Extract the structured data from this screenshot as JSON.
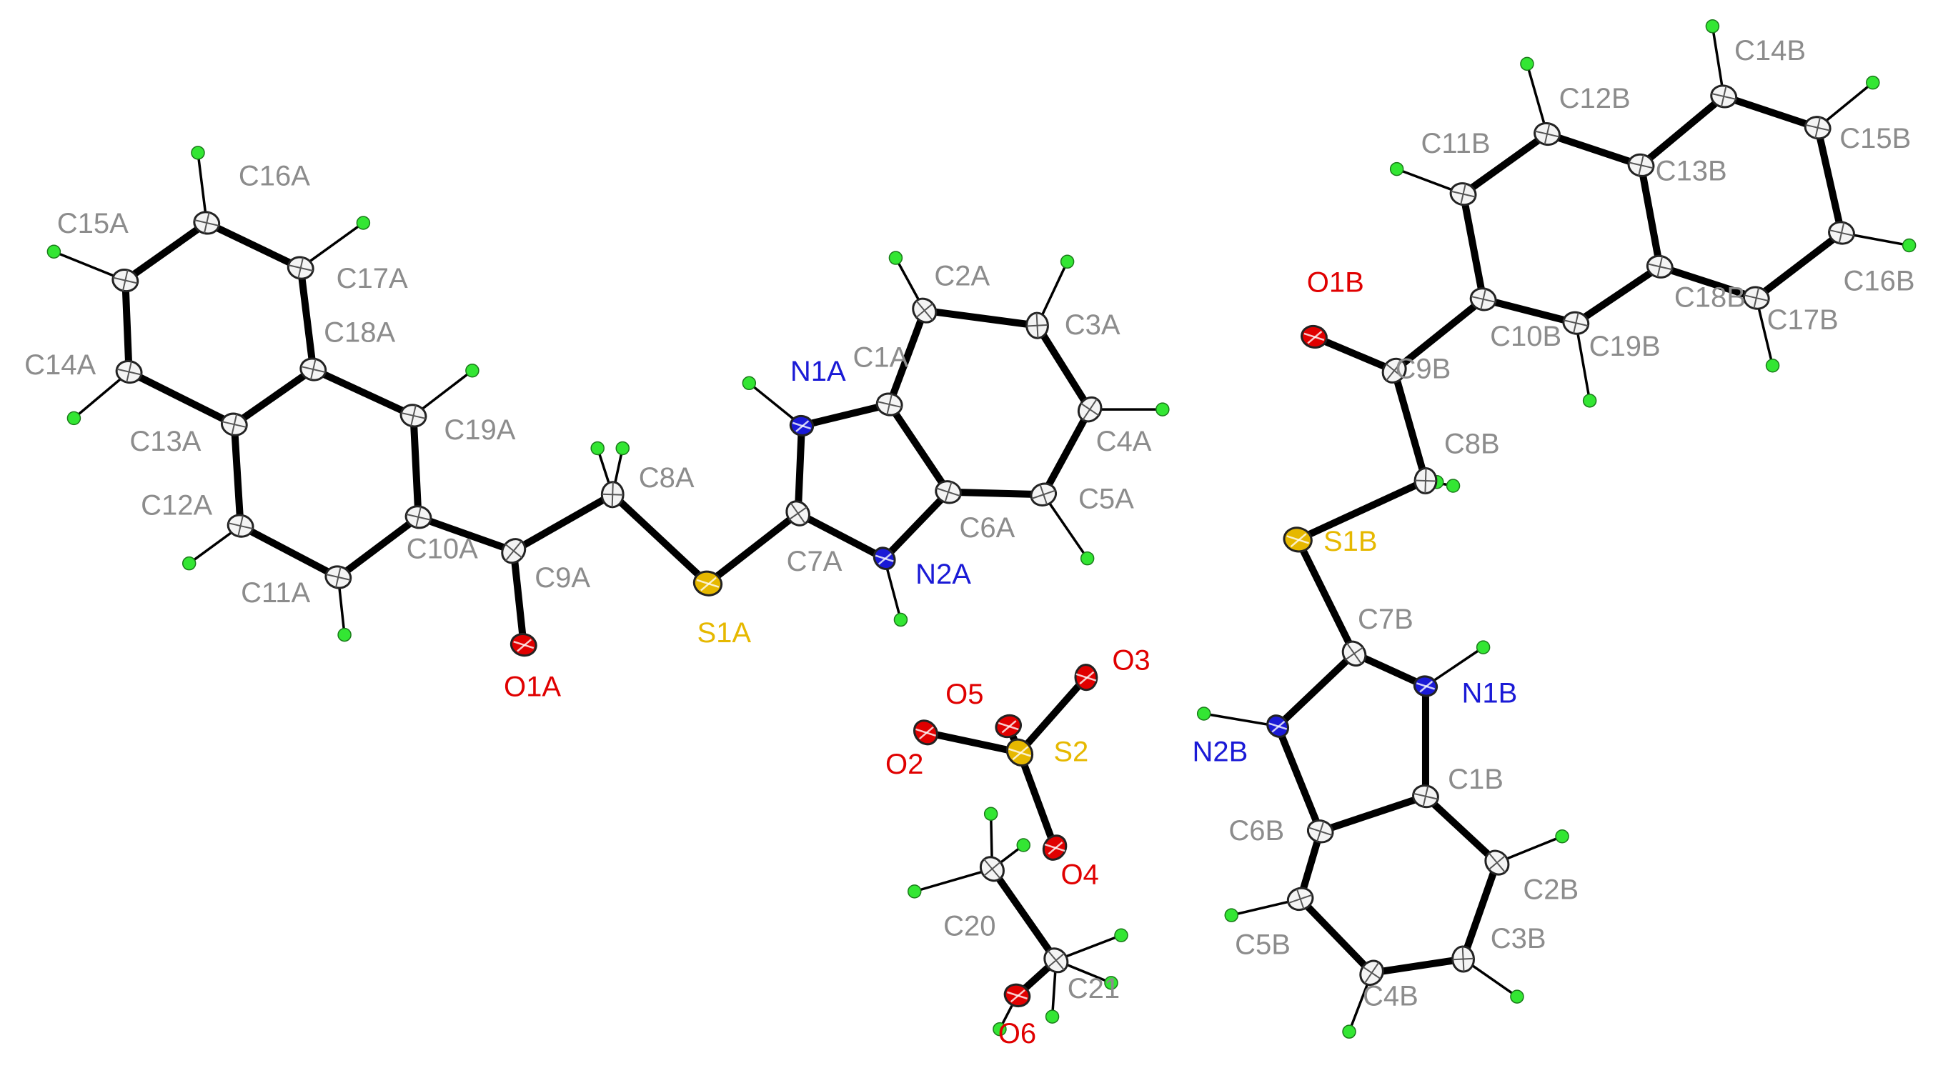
{
  "colors": {
    "C": "#8c8c8c",
    "N": "#1a1ad6",
    "O": "#e00000",
    "S": "#e6b800",
    "H": "#33e633",
    "bond": "#000000",
    "background": "#ffffff"
  },
  "atoms": [
    {
      "id": "C1A",
      "el": "C",
      "label": "C1A"
    },
    {
      "id": "C2A",
      "el": "C",
      "label": "C2A"
    },
    {
      "id": "C3A",
      "el": "C",
      "label": "C3A"
    },
    {
      "id": "C4A",
      "el": "C",
      "label": "C4A"
    },
    {
      "id": "C5A",
      "el": "C",
      "label": "C5A"
    },
    {
      "id": "C6A",
      "el": "C",
      "label": "C6A"
    },
    {
      "id": "N1A",
      "el": "N",
      "label": "N1A"
    },
    {
      "id": "N2A",
      "el": "N",
      "label": "N2A"
    },
    {
      "id": "C7A",
      "el": "C",
      "label": "C7A"
    },
    {
      "id": "S1A",
      "el": "S",
      "label": "S1A"
    },
    {
      "id": "C8A",
      "el": "C",
      "label": "C8A"
    },
    {
      "id": "C9A",
      "el": "C",
      "label": "C9A"
    },
    {
      "id": "O1A",
      "el": "O",
      "label": "O1A"
    },
    {
      "id": "C10A",
      "el": "C",
      "label": "C10A"
    },
    {
      "id": "C11A",
      "el": "C",
      "label": "C11A"
    },
    {
      "id": "C12A",
      "el": "C",
      "label": "C12A"
    },
    {
      "id": "C13A",
      "el": "C",
      "label": "C13A"
    },
    {
      "id": "C14A",
      "el": "C",
      "label": "C14A"
    },
    {
      "id": "C15A",
      "el": "C",
      "label": "C15A"
    },
    {
      "id": "C16A",
      "el": "C",
      "label": "C16A"
    },
    {
      "id": "C17A",
      "el": "C",
      "label": "C17A"
    },
    {
      "id": "C18A",
      "el": "C",
      "label": "C18A"
    },
    {
      "id": "C19A",
      "el": "C",
      "label": "C19A"
    },
    {
      "id": "S2",
      "el": "S",
      "label": "S2"
    },
    {
      "id": "O2",
      "el": "O",
      "label": "O2"
    },
    {
      "id": "O3",
      "el": "O",
      "label": "O3"
    },
    {
      "id": "O4",
      "el": "O",
      "label": "O4"
    },
    {
      "id": "O5",
      "el": "O",
      "label": "O5"
    },
    {
      "id": "C20",
      "el": "C",
      "label": "C20"
    },
    {
      "id": "C21",
      "el": "C",
      "label": "C21"
    },
    {
      "id": "O6",
      "el": "O",
      "label": "O6"
    },
    {
      "id": "O1B",
      "el": "O",
      "label": "O1B"
    },
    {
      "id": "C9B",
      "el": "C",
      "label": "C9B"
    },
    {
      "id": "C8B",
      "el": "C",
      "label": "C8B"
    },
    {
      "id": "S1B",
      "el": "S",
      "label": "S1B"
    },
    {
      "id": "C7B",
      "el": "C",
      "label": "C7B"
    },
    {
      "id": "N1B",
      "el": "N",
      "label": "N1B"
    },
    {
      "id": "N2B",
      "el": "N",
      "label": "N2B"
    },
    {
      "id": "C1B",
      "el": "C",
      "label": "C1B"
    },
    {
      "id": "C2B",
      "el": "C",
      "label": "C2B"
    },
    {
      "id": "C3B",
      "el": "C",
      "label": "C3B"
    },
    {
      "id": "C4B",
      "el": "C",
      "label": "C4B"
    },
    {
      "id": "C5B",
      "el": "C",
      "label": "C5B"
    },
    {
      "id": "C6B",
      "el": "C",
      "label": "C6B"
    },
    {
      "id": "C10B",
      "el": "C",
      "label": "C10B"
    },
    {
      "id": "C11B",
      "el": "C",
      "label": "C11B"
    },
    {
      "id": "C12B",
      "el": "C",
      "label": "C12B"
    },
    {
      "id": "C13B",
      "el": "C",
      "label": "C13B"
    },
    {
      "id": "C14B",
      "el": "C",
      "label": "C14B"
    },
    {
      "id": "C15B",
      "el": "C",
      "label": "C15B"
    },
    {
      "id": "C16B",
      "el": "C",
      "label": "C16B"
    },
    {
      "id": "C17B",
      "el": "C",
      "label": "C17B"
    },
    {
      "id": "C18B",
      "el": "C",
      "label": "C18B"
    },
    {
      "id": "C19B",
      "el": "C",
      "label": "C19B"
    }
  ],
  "bonds": [
    [
      "C1A",
      "C2A"
    ],
    [
      "C2A",
      "C3A"
    ],
    [
      "C3A",
      "C4A"
    ],
    [
      "C4A",
      "C5A"
    ],
    [
      "C5A",
      "C6A"
    ],
    [
      "C6A",
      "C1A"
    ],
    [
      "C1A",
      "N1A"
    ],
    [
      "N1A",
      "C7A"
    ],
    [
      "C7A",
      "N2A"
    ],
    [
      "N2A",
      "C6A"
    ],
    [
      "C7A",
      "S1A"
    ],
    [
      "S1A",
      "C8A"
    ],
    [
      "C8A",
      "C9A"
    ],
    [
      "C9A",
      "O1A"
    ],
    [
      "C9A",
      "C10A"
    ],
    [
      "C10A",
      "C11A"
    ],
    [
      "C11A",
      "C12A"
    ],
    [
      "C12A",
      "C13A"
    ],
    [
      "C13A",
      "C18A"
    ],
    [
      "C18A",
      "C19A"
    ],
    [
      "C19A",
      "C10A"
    ],
    [
      "C13A",
      "C14A"
    ],
    [
      "C14A",
      "C15A"
    ],
    [
      "C15A",
      "C16A"
    ],
    [
      "C16A",
      "C17A"
    ],
    [
      "C17A",
      "C18A"
    ],
    [
      "S2",
      "O2"
    ],
    [
      "S2",
      "O3"
    ],
    [
      "S2",
      "O4"
    ],
    [
      "S2",
      "O5"
    ],
    [
      "C20",
      "C21"
    ],
    [
      "C21",
      "O6"
    ],
    [
      "O1B",
      "C9B"
    ],
    [
      "C9B",
      "C8B"
    ],
    [
      "C8B",
      "S1B"
    ],
    [
      "S1B",
      "C7B"
    ],
    [
      "C7B",
      "N1B"
    ],
    [
      "C7B",
      "N2B"
    ],
    [
      "N1B",
      "C1B"
    ],
    [
      "N2B",
      "C6B"
    ],
    [
      "C1B",
      "C6B"
    ],
    [
      "C1B",
      "C2B"
    ],
    [
      "C2B",
      "C3B"
    ],
    [
      "C3B",
      "C4B"
    ],
    [
      "C4B",
      "C5B"
    ],
    [
      "C5B",
      "C6B"
    ],
    [
      "C9B",
      "C10B"
    ],
    [
      "C10B",
      "C11B"
    ],
    [
      "C11B",
      "C12B"
    ],
    [
      "C12B",
      "C13B"
    ],
    [
      "C13B",
      "C18B"
    ],
    [
      "C18B",
      "C19B"
    ],
    [
      "C19B",
      "C10B"
    ],
    [
      "C13B",
      "C14B"
    ],
    [
      "C14B",
      "C15B"
    ],
    [
      "C15B",
      "C16B"
    ],
    [
      "C16B",
      "C17B"
    ],
    [
      "C17B",
      "C18B"
    ]
  ],
  "hydrogens": [
    "C2A",
    "C3A",
    "C4A",
    "C5A",
    "N1A",
    "N2A",
    "C8A",
    "C8A",
    "C11A",
    "C12A",
    "C14A",
    "C15A",
    "C16A",
    "C17A",
    "C19A",
    "C20",
    "C20",
    "C20",
    "C21",
    "C21",
    "C21",
    "O6",
    "C8B",
    "C8B",
    "N1B",
    "N2B",
    "C2B",
    "C3B",
    "C4B",
    "C5B",
    "C11B",
    "C12B",
    "C14B",
    "C15B",
    "C16B",
    "C17B",
    "C19B"
  ]
}
